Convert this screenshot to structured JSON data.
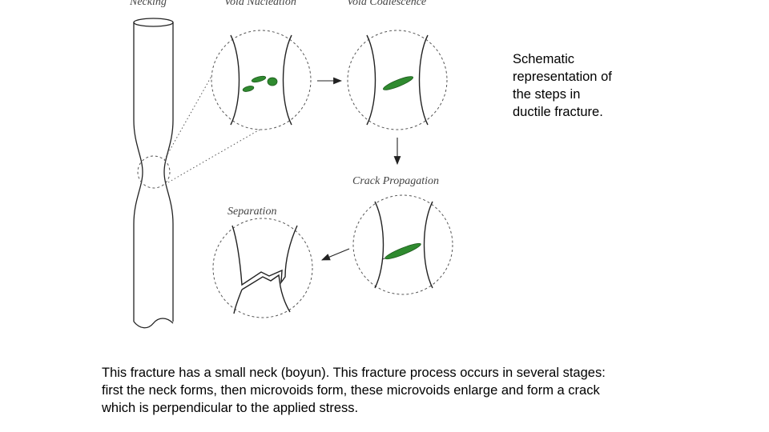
{
  "stage_labels": {
    "necking": "Necking",
    "void_nucleation": "Void Nucleation",
    "void_coalescence": "Void Coalescence",
    "crack_propagation": "Crack Propagation",
    "separation": "Separation"
  },
  "caption": {
    "lines": [
      "Schematic",
      "representation of",
      "the steps in",
      "ductile fracture."
    ]
  },
  "description": {
    "lines": [
      "This fracture has a small neck (boyun). This fracture process occurs in several stages:",
      "first the neck forms, then microvoids form, these microvoids enlarge and form a crack",
      "which is perpendicular to the applied stress."
    ]
  },
  "colors": {
    "void_fill": "#2f8a2f",
    "void_stroke": "#1d5a1d",
    "line": "#222222",
    "dashed_circle": "#555555"
  }
}
